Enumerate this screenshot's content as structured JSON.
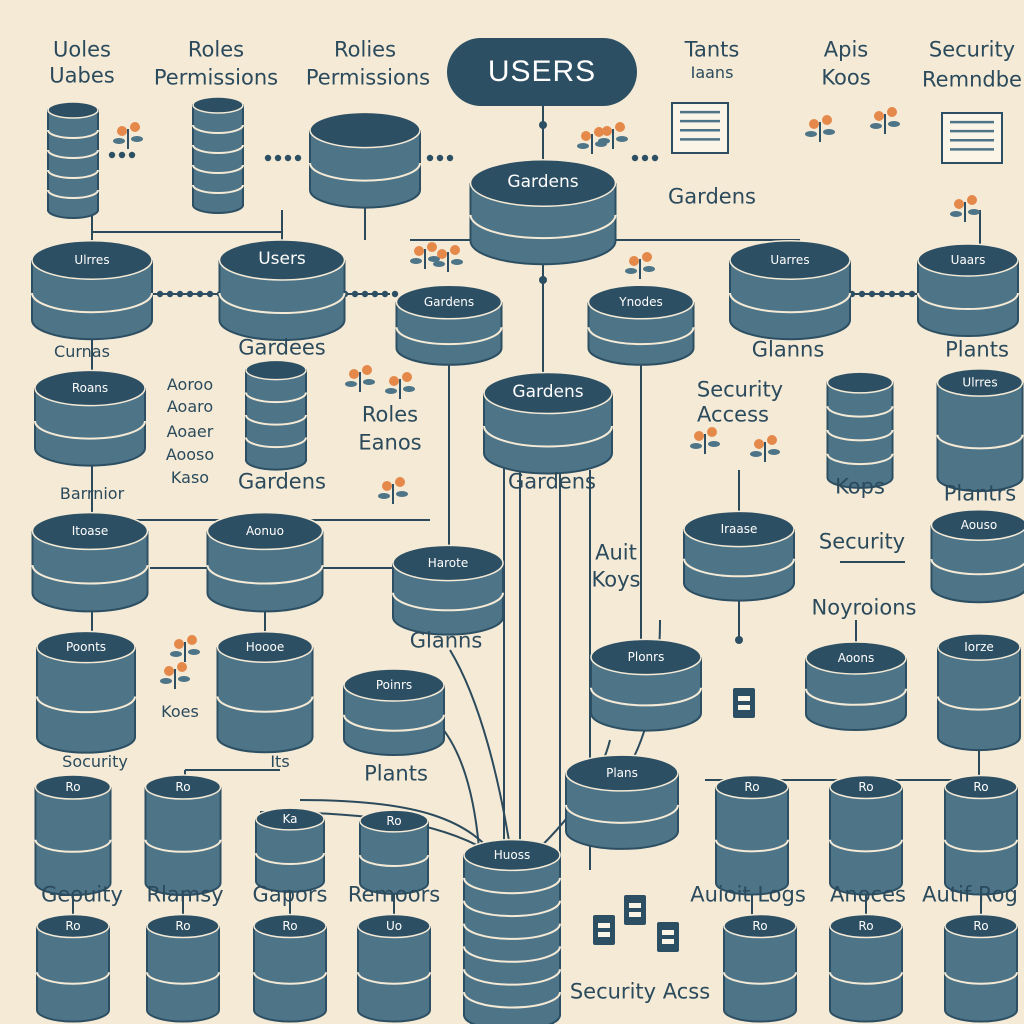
{
  "title": "USERS",
  "colors": {
    "background": "#f4ead6",
    "node": "#4e7488",
    "node_dark": "#2d4f63",
    "line": "#2b4a5c",
    "accent": "#e5894a"
  },
  "nodes": [
    {
      "id": "top-1",
      "kind": "stack",
      "label": ""
    },
    {
      "id": "top-2",
      "kind": "stack",
      "label": ""
    },
    {
      "id": "top-3",
      "kind": "disk",
      "label": ""
    },
    {
      "id": "gardens-main",
      "kind": "disk",
      "label": "Gardens"
    },
    {
      "id": "r2-1",
      "kind": "disk",
      "label": "Ulrres"
    },
    {
      "id": "r2-2",
      "kind": "disk",
      "label": "Users"
    },
    {
      "id": "r2-3",
      "kind": "disk",
      "label": "Gardens"
    },
    {
      "id": "r2-4",
      "kind": "disk",
      "label": "Ynodes"
    },
    {
      "id": "r2-5",
      "kind": "disk",
      "label": "Uarres"
    },
    {
      "id": "r2-6",
      "kind": "disk",
      "label": "Uaars"
    },
    {
      "id": "r3-1",
      "kind": "disk",
      "label": "Roans"
    },
    {
      "id": "r3-2",
      "kind": "stack",
      "label": ""
    },
    {
      "id": "gardens-mid",
      "kind": "disk",
      "label": "Gardens"
    },
    {
      "id": "r3-4",
      "kind": "stack",
      "label": ""
    },
    {
      "id": "r3-5",
      "kind": "disk",
      "label": "Ulrres"
    },
    {
      "id": "r4-1",
      "kind": "disk",
      "label": "Itoase"
    },
    {
      "id": "r4-2",
      "kind": "disk",
      "label": "Aonuo"
    },
    {
      "id": "r4-3",
      "kind": "disk",
      "label": "Harote"
    },
    {
      "id": "r4-4",
      "kind": "disk",
      "label": "Iraase"
    },
    {
      "id": "r4-5",
      "kind": "disk",
      "label": "Aouso"
    },
    {
      "id": "r5-1",
      "kind": "disk",
      "label": "Poonts"
    },
    {
      "id": "r5-2",
      "kind": "disk",
      "label": "Hoooe"
    },
    {
      "id": "r5-3",
      "kind": "disk",
      "label": "Poinrs"
    },
    {
      "id": "r5-4",
      "kind": "disk",
      "label": "Plonrs"
    },
    {
      "id": "r5-5",
      "kind": "disk",
      "label": "Aoons"
    },
    {
      "id": "r5-6",
      "kind": "disk",
      "label": "Iorze"
    },
    {
      "id": "plants-hub",
      "kind": "disk",
      "label": "Plans"
    },
    {
      "id": "r6-1",
      "kind": "disk",
      "label": "Ro"
    },
    {
      "id": "r6-2",
      "kind": "disk",
      "label": "Ro"
    },
    {
      "id": "r6-3",
      "kind": "disk",
      "label": "Ka"
    },
    {
      "id": "r6-4",
      "kind": "disk",
      "label": "Ro"
    },
    {
      "id": "r6-5",
      "kind": "disk",
      "label": "Ro"
    },
    {
      "id": "r6-6",
      "kind": "disk",
      "label": "Ro"
    },
    {
      "id": "r6-7",
      "kind": "disk",
      "label": "Ro"
    },
    {
      "id": "r6-8",
      "kind": "disk",
      "label": "Ro"
    },
    {
      "id": "bottom-hub",
      "kind": "stack",
      "label": "Huoss"
    },
    {
      "id": "r7-1",
      "kind": "disk",
      "label": "Ro"
    },
    {
      "id": "r7-2",
      "kind": "disk",
      "label": "Ro"
    },
    {
      "id": "r7-3",
      "kind": "disk",
      "label": "Ro"
    },
    {
      "id": "r7-4",
      "kind": "disk",
      "label": "Uo"
    },
    {
      "id": "r7-5",
      "kind": "disk",
      "label": "Ro"
    },
    {
      "id": "r7-6",
      "kind": "disk",
      "label": "Ro"
    },
    {
      "id": "r7-7",
      "kind": "disk",
      "label": "Ro"
    }
  ],
  "labels": {
    "l1": "Uoles",
    "l2": "Uabes",
    "l3": "Roles",
    "l4": "Permissions",
    "l5": "Rolies",
    "l6": "Permissions",
    "l7": "Tants",
    "l8": "Iaans",
    "l9": "Apis",
    "l10": "Koos",
    "l11": "Security",
    "l12": "Remndbe",
    "l13": "Gardens",
    "l14": "Curnas",
    "l15": "Gardees",
    "l16": "Glanns",
    "l17": "Plants",
    "l18": "Aoroo",
    "l19": "Aoaro",
    "l20": "Aoaer",
    "l21": "Aooso",
    "l22": "Kaso",
    "l23": "Roles",
    "l24": "Eanos",
    "l25": "Security",
    "l26": "Access",
    "l27": "Barrnior",
    "l28": "Gardens",
    "l29": "Gardens",
    "l30": "Kops",
    "l31": "Plantrs",
    "l32": "Auit",
    "l33": "Koys",
    "l34": "Security",
    "l35": "Noyroions",
    "l36": "Glanns",
    "l37": "Koes",
    "l38": "Socurity",
    "l39": "Its",
    "l40": "Plants",
    "l41": "Geouity",
    "l42": "Rlamsy",
    "l43": "Gapors",
    "l44": "Remoors",
    "l45": "Auioit Logs",
    "l46": "Anoces",
    "l47": "Autif Rog",
    "l48": "Security Acss"
  }
}
